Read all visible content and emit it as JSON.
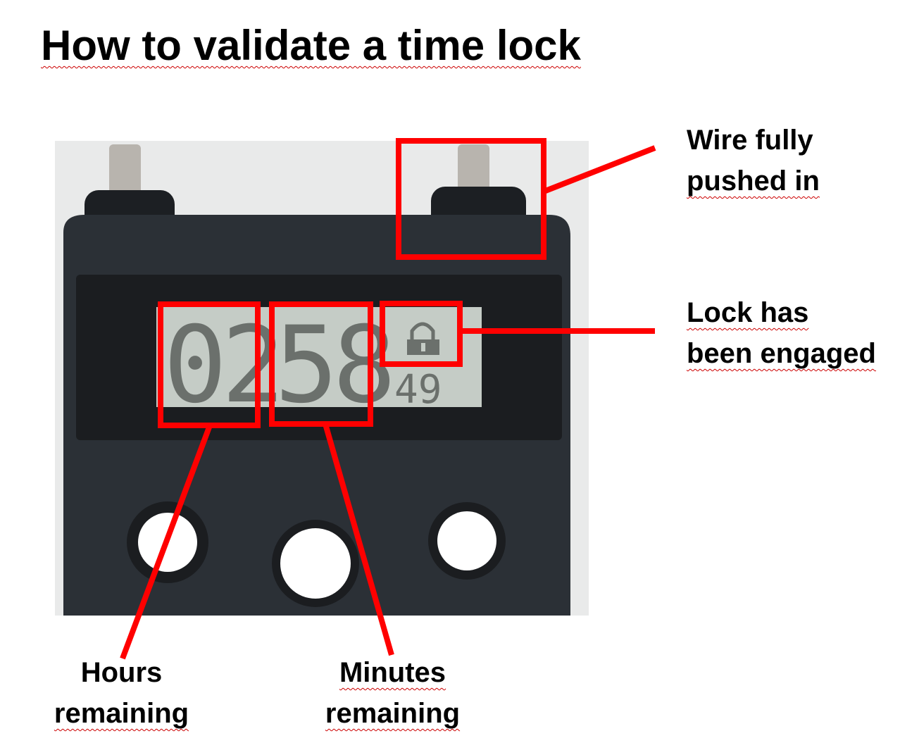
{
  "title": "How to validate a time lock",
  "display": {
    "hours": "02",
    "minutes": "58",
    "seconds": "49",
    "lock_icon": "padlock-closed"
  },
  "labels": {
    "wire": [
      "Wire fully",
      "pushed in"
    ],
    "lock": [
      "Lock has",
      "been engaged"
    ],
    "hours": [
      "Hours",
      "remaining"
    ],
    "minutes": [
      "Minutes",
      "remaining"
    ]
  },
  "colors": {
    "annotation": "#ff0000",
    "device": "#2b3036",
    "lcd": "#c5ccc6"
  }
}
